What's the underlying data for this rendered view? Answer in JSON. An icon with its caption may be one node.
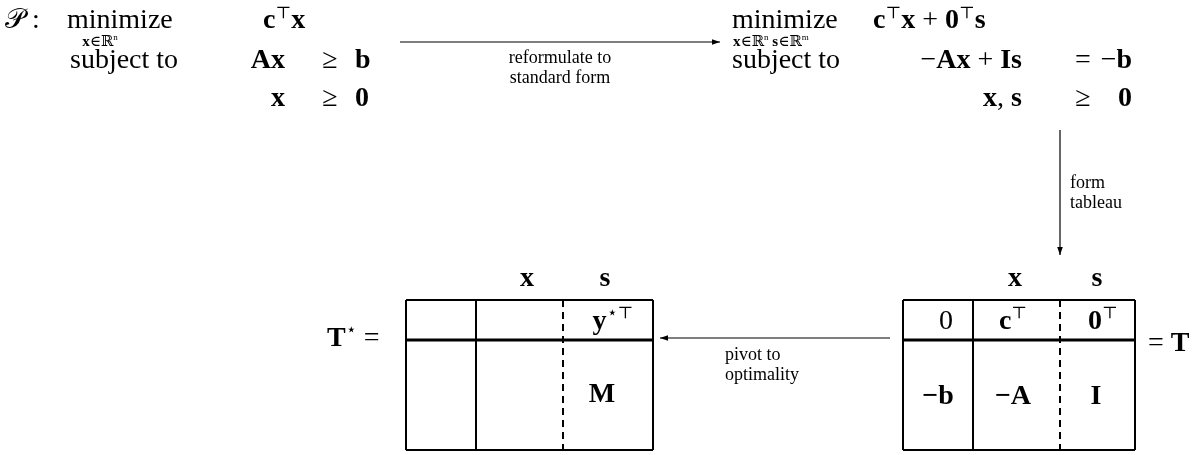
{
  "diagram": {
    "nodes": [
      {
        "text": [
          "𝒫 :",
          "minimize",
          "**x**∈ℝ$^{n}$",
          "**c**$^{⊤}$**x**",
          "subject to",
          "Ax",
          "≥",
          "b",
          "x",
          "≥",
          "0"
        ]
      },
      {
        "text": [
          "minimize",
          "**x**∈ℝ$^{n}$ **s**∈ℝ$^{m}$",
          "**c**$^{⊤}$**x** + **0**$^{⊤}$**s**",
          "subject to",
          "−**Ax** + **Is**",
          "=",
          "−**b**",
          "**x**, **s**",
          "≥",
          "0"
        ]
      },
      {
        "text": [
          "x",
          "s",
          "0",
          "**c**$^{⊤}$",
          "**0**$^{⊤}$",
          "= **T**",
          "−b",
          "−A",
          "I"
        ]
      },
      {
        "text": [
          "x",
          "s",
          "**T**$^{⋆}$ =",
          "**y**$^{⋆⊤}$",
          "M"
        ]
      }
    ],
    "edges": [
      {
        "from": 0,
        "to": 1,
        "arrow": "to",
        "label": "reformulate to standard form"
      },
      {
        "from": 1,
        "to": 2,
        "arrow": "to",
        "label": "form tableau"
      },
      {
        "from": 2,
        "to": 3,
        "arrow": "to",
        "label": "pivot to optimality"
      }
    ]
  }
}
